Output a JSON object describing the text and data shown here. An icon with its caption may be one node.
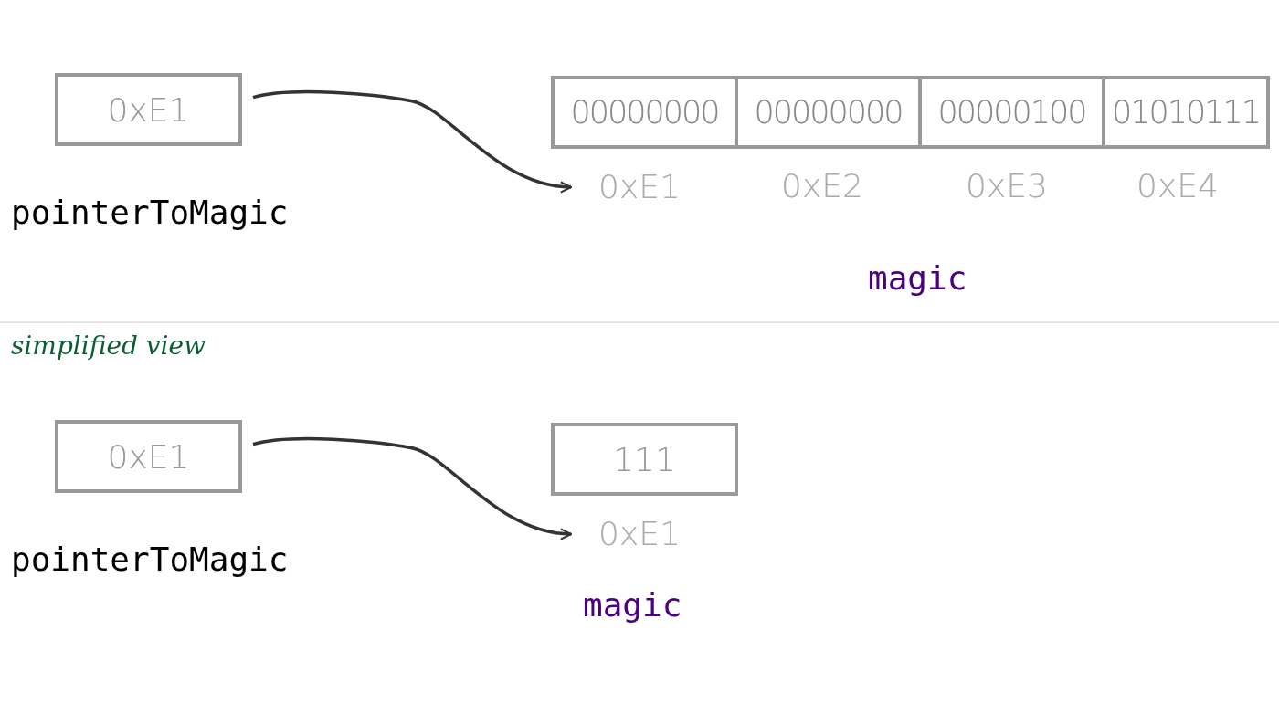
{
  "diagram": {
    "nodes": [
      {
        "text": [
          "0xE1"
        ],
        "beside": [
          "pointerToMagic"
        ]
      },
      {
        "text": [
          "00000000"
        ]
      },
      {
        "text": [
          "00000000"
        ]
      },
      {
        "text": [
          "00000100"
        ]
      },
      {
        "text": [
          "01010111"
        ]
      },
      {
        "text": [
          "0xE1"
        ]
      },
      {
        "text": [
          "0xE1"
        ],
        "beside": [
          "pointerToMagic"
        ]
      },
      {
        "text": [
          "111"
        ]
      },
      {
        "text": [
          "0xE1"
        ]
      }
    ],
    "edges": [
      {
        "from": 0,
        "to": 5,
        "arrow": "to"
      },
      {
        "from": 6,
        "to": 8,
        "arrow": "to"
      }
    ],
    "labels": [
      "0xE2",
      "0xE3",
      "0xE4",
      "magic",
      "simplified view",
      "magic"
    ]
  }
}
